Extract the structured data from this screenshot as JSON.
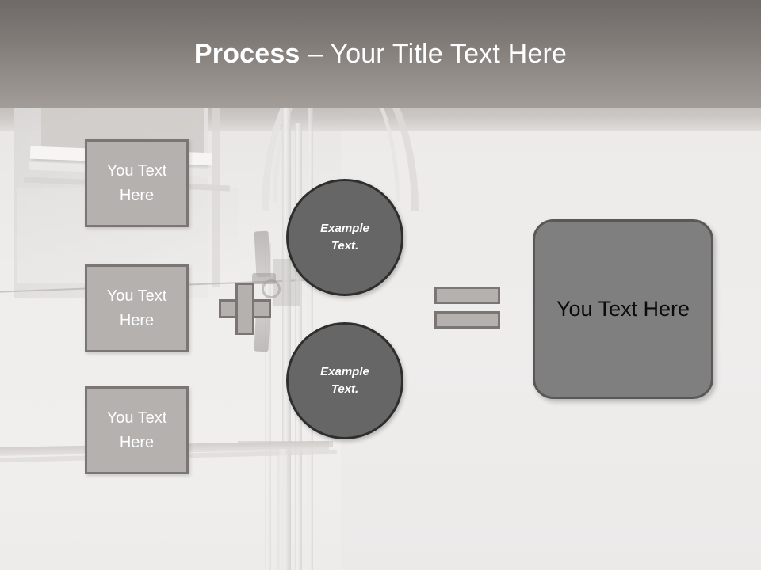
{
  "slide": {
    "title": {
      "strong": "Process",
      "rest": " – Your Title Text Here"
    }
  },
  "diagram": {
    "inputs": [
      {
        "label": "You Text\nHere"
      },
      {
        "label": "You Text\nHere"
      },
      {
        "label": "You Text\nHere"
      }
    ],
    "plus_operator": "+",
    "equals_operator": "=",
    "circles": [
      {
        "line1": "Example",
        "line2": "Text."
      },
      {
        "line1": "Example",
        "line2": "Text."
      }
    ],
    "result": {
      "label": "You Text Here"
    }
  },
  "colors": {
    "header_top": "#6f6a67",
    "header_bottom": "#a39d9a",
    "box_fill": "#b5b1ae",
    "box_border": "#7b7673",
    "circle_fill": "#666666",
    "circle_border": "#2e2e2e",
    "result_fill": "#7f7f7f",
    "result_border": "#585858",
    "canvas_bg": "#efedeb",
    "title_text": "#ffffff",
    "box_text": "#ffffff",
    "result_text": "#0b0b0b"
  }
}
